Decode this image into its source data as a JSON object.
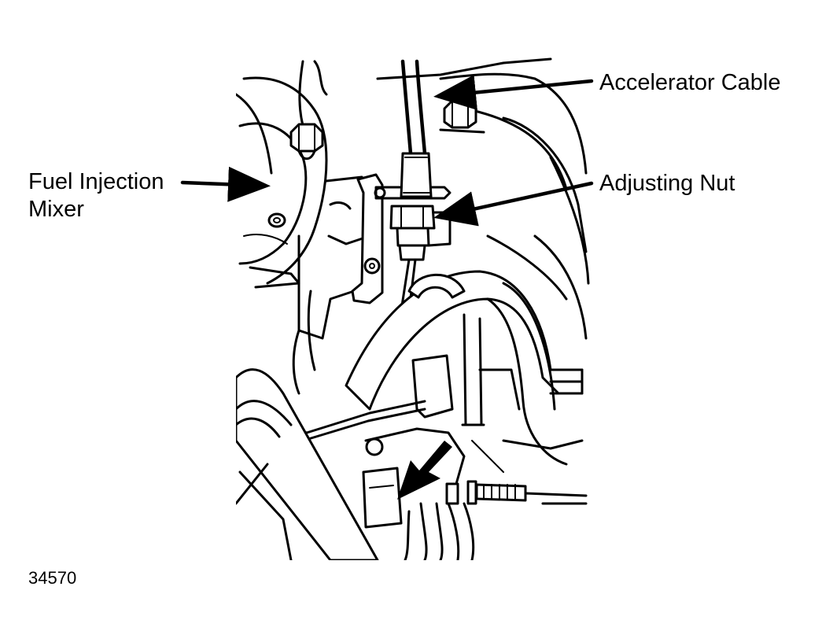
{
  "labels": {
    "accelerator_cable": "Accelerator Cable",
    "adjusting_nut": "Adjusting Nut",
    "fuel_injection_mixer_line1": "Fuel Injection",
    "fuel_injection_mixer_line2": "Mixer"
  },
  "figure_number": "34570",
  "colors": {
    "ink": "#000000",
    "paper": "#ffffff"
  }
}
